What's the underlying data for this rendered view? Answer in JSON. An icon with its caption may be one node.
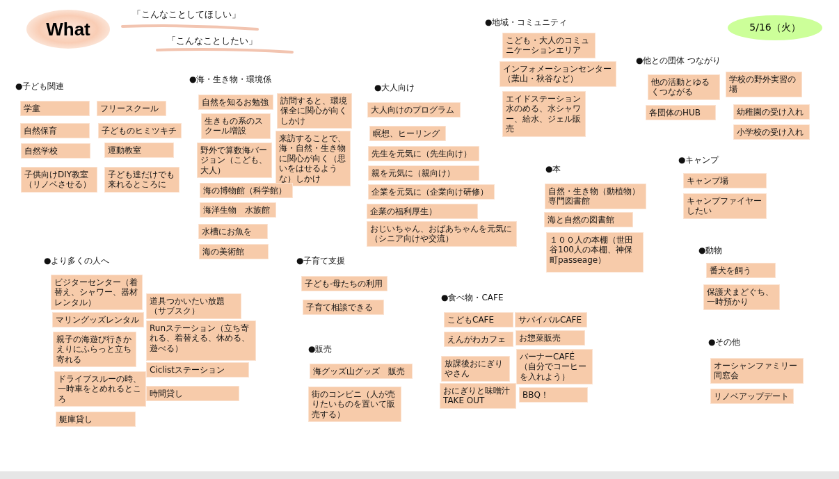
{
  "diagram": {
    "title": "What",
    "nodes": [
      {
        "text": [
          "5/16（火）"
        ]
      },
      {
        "text": [
          "学童"
        ]
      },
      {
        "text": [
          "フリースクール"
        ]
      },
      {
        "text": [
          "自然保育"
        ]
      },
      {
        "text": [
          "子どものヒミツキチ"
        ]
      },
      {
        "text": [
          "自然学校"
        ]
      },
      {
        "text": [
          "運動教室"
        ]
      },
      {
        "text": [
          "子供向けDIY教室（リノベさせる）"
        ]
      },
      {
        "text": [
          "子ども達だけでも来れるところに"
        ]
      },
      {
        "text": [
          "自然を知るお勉強"
        ]
      },
      {
        "text": [
          "生きもの系のスクール増設"
        ]
      },
      {
        "text": [
          "野外で算数海バージョン（こども、大人）"
        ]
      },
      {
        "text": [
          "訪問すると、環境保全に関心が向くしかけ"
        ]
      },
      {
        "text": [
          "来訪することで、海・自然・生き物に関心が向く（思いをはせるような）しかけ"
        ]
      },
      {
        "text": [
          "海の博物館（科学館）"
        ]
      },
      {
        "text": [
          "海洋生物　水族館"
        ]
      },
      {
        "text": [
          "水槽にお魚を"
        ]
      },
      {
        "text": [
          "海の美術館"
        ]
      },
      {
        "text": [
          "大人向けのプログラム"
        ]
      },
      {
        "text": [
          "瞑想、ヒーリング"
        ]
      },
      {
        "text": [
          "先生を元気に（先生向け）"
        ]
      },
      {
        "text": [
          "親を元気に（親向け）"
        ]
      },
      {
        "text": [
          "企業を元気に（企業向け研修）"
        ]
      },
      {
        "text": [
          "企業の福利厚生）"
        ]
      },
      {
        "text": [
          "おじいちゃん、おばあちゃんを元気に（シニア向けや交流）"
        ]
      },
      {
        "text": [
          "こども・大人のコミュニケーションエリア"
        ]
      },
      {
        "text": [
          "インフォメーションセンター（葉山・秋谷など）"
        ]
      },
      {
        "text": [
          "エイドステーション水のめる、水シャワー、給水、ジェル販売"
        ]
      },
      {
        "text": [
          "自然・生き物（動植物）専門図書館"
        ]
      },
      {
        "text": [
          "海と自然の図書館"
        ]
      },
      {
        "text": [
          "１００人の本棚（世田谷100人の本棚、神保町passeage）"
        ]
      },
      {
        "text": [
          "他の活動とゆるくつながる"
        ]
      },
      {
        "text": [
          "学校の野外実習の場"
        ]
      },
      {
        "text": [
          "各団体のHUB"
        ]
      },
      {
        "text": [
          "幼稚園の受け入れ"
        ]
      },
      {
        "text": [
          "小学校の受け入れ"
        ]
      },
      {
        "text": [
          "キャンプ場"
        ]
      },
      {
        "text": [
          "キャンプファイヤーしたい"
        ]
      },
      {
        "text": [
          "番犬を飼う"
        ]
      },
      {
        "text": [
          "保護犬まどぐち、一時預かり"
        ]
      },
      {
        "text": [
          "オーシャンファミリー同窓会"
        ]
      },
      {
        "text": [
          "リノベアップデート"
        ]
      },
      {
        "text": [
          "ビジターセンター（着替え、シャワー、器材レンタル）"
        ]
      },
      {
        "text": [
          "マリングッズレンタル"
        ]
      },
      {
        "text": [
          "親子の海遊び行きかえりにふらっと立ち寄れる"
        ]
      },
      {
        "text": [
          "ドライブスルーの時、一時車をとめれるところ"
        ]
      },
      {
        "text": [
          "艇庫貸し"
        ]
      },
      {
        "text": [
          "道具つかいたい放題（サブスク）"
        ]
      },
      {
        "text": [
          "Runステーション（立ち寄れる、着替える、休める、遊べる）"
        ]
      },
      {
        "text": [
          "Ciclistステーション"
        ]
      },
      {
        "text": [
          "時間貸し"
        ]
      },
      {
        "text": [
          "子ども-母たちの利用"
        ]
      },
      {
        "text": [
          "子育て相談できる"
        ]
      },
      {
        "text": [
          "海グッズ山グッズ　販売"
        ]
      },
      {
        "text": [
          "街のコンビニ（人が売りたいものを置いて販売する）"
        ]
      },
      {
        "text": [
          "こどもCAFE"
        ]
      },
      {
        "text": [
          "サバイバルCAFE"
        ]
      },
      {
        "text": [
          "えんがわカフェ"
        ]
      },
      {
        "text": [
          "お惣菜販売"
        ]
      },
      {
        "text": [
          "放課後おにぎりやさん"
        ]
      },
      {
        "text": [
          "バーナーCAFÉ（自分でコーヒーを入れよう）"
        ]
      },
      {
        "text": [
          "おにぎりと味噌汁 TAKE OUT"
        ]
      },
      {
        "text": [
          "BBQ！"
        ]
      }
    ],
    "labels": [
      "「こんなことしてほしい」",
      "「こんなことしたい」",
      "●地域・コミュニティ",
      "●他との団体 つながり",
      "●子ども関連",
      "●海・生き物・環境係",
      "●大人向け",
      "●キャンプ",
      "●本",
      "●動物",
      "●より多くの人へ",
      "●子育て支援",
      "●食べ物・CAFE",
      "●その他",
      "●販売"
    ]
  }
}
